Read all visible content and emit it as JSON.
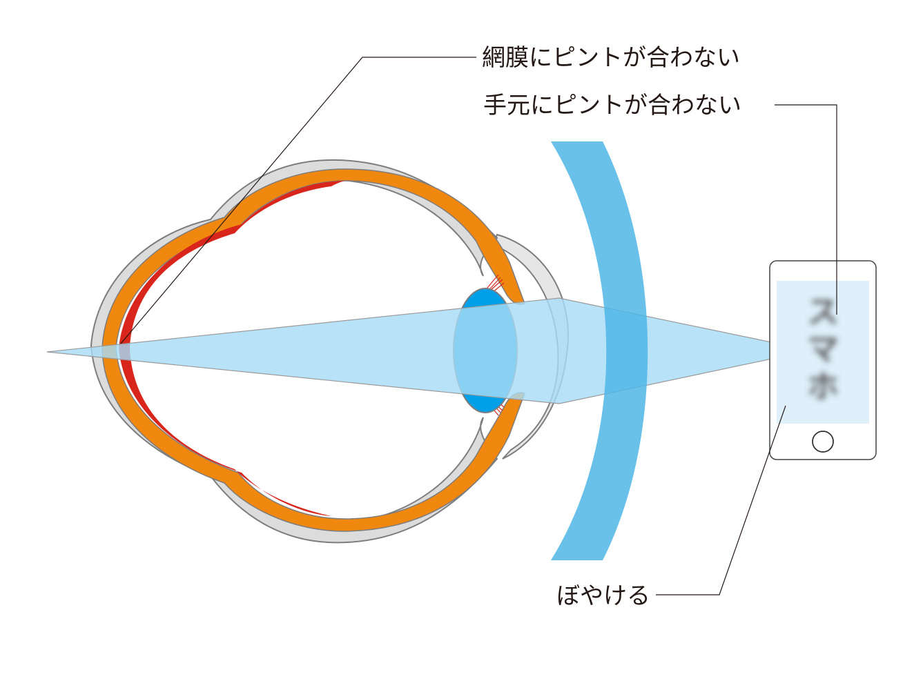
{
  "labels": {
    "retina": "網膜にピントが合わない",
    "near": "手元にピントが合わない",
    "blur": "ぼやける"
  },
  "phone": {
    "chars": [
      "ス",
      "マ",
      "ホ"
    ]
  },
  "colors": {
    "sclera_fill": "#dcdcdc",
    "sclera_stroke": "#7d7d7d",
    "choroid": "#f0870f",
    "retina": "#d9261c",
    "lens": "#00a0e9",
    "light_cone": "#a7dcf5",
    "corrective_lens": "#4fb6e6",
    "ciliary_fibers": "#d9261c",
    "screen": "#dff0fb",
    "leader_line": "#231815"
  },
  "icons": {
    "phone_home_button": "circle-icon"
  }
}
